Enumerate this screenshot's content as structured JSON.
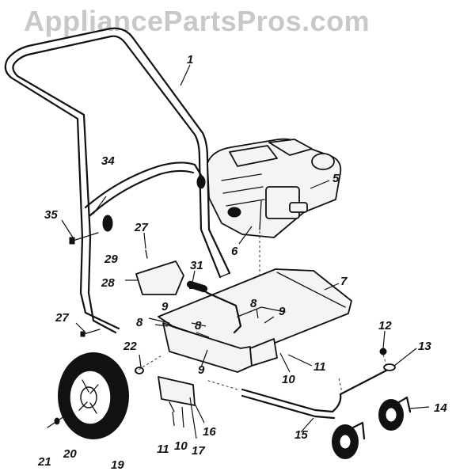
{
  "watermark": "AppliancePartsPros.com",
  "callouts": {
    "c1": "1",
    "c5": "5",
    "c6": "6",
    "c7": "7",
    "c8a": "8",
    "c8b": "8",
    "c8c": "8",
    "c9a": "9",
    "c9b": "9",
    "c9c": "9",
    "c10a": "10",
    "c10b": "10",
    "c11a": "11",
    "c11b": "11",
    "c12": "12",
    "c13": "13",
    "c14": "14",
    "c15": "15",
    "c16": "16",
    "c17": "17",
    "c19": "19",
    "c20": "20",
    "c21": "21",
    "c22": "22",
    "c27a": "27",
    "c27b": "27",
    "c28": "28",
    "c29": "29",
    "c31": "31",
    "c34": "34",
    "c35": "35"
  }
}
